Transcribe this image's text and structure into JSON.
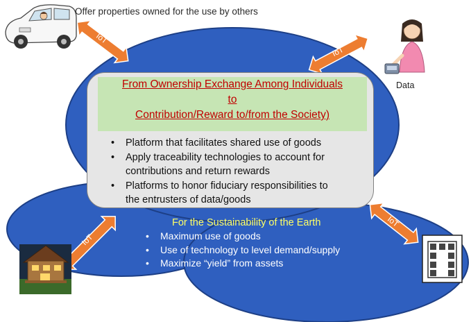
{
  "top_caption": "Offer properties owned for the use by others",
  "data_caption": "Data",
  "iot_label": "IoT",
  "headline": {
    "line1": "From Ownership Exchange Among Individuals",
    "line2": "to",
    "line3": "Contribution/Reward to/from the Society)"
  },
  "platform_bullets": [
    "Platform that facilitates shared use of goods",
    "Apply traceability technologies to account for",
    "contributions and return rewards",
    "Platforms to honor fiduciary responsibilities to",
    "the entrusters of data/goods"
  ],
  "earth": {
    "title": "For the Sustainability of the Earth",
    "bullets": [
      "Maximum use of goods",
      "Use of technology to level demand/supply",
      "Maximize “yield” from assets"
    ]
  },
  "icons": {
    "top_left": "car-icon",
    "top_right": "woman-with-data-device-icon",
    "bottom_left": "house-icon",
    "bottom_right": "building-floorplan-icon"
  },
  "colors": {
    "ellipse_fill": "#2f5fbf",
    "ellipse_stroke": "#1d3f86",
    "arrow_fill": "#ed7d31",
    "headline_text": "#c00000",
    "headline_band": "#c6e5b4",
    "box_fill": "#e6e6e6",
    "earth_title": "#ffff66"
  }
}
